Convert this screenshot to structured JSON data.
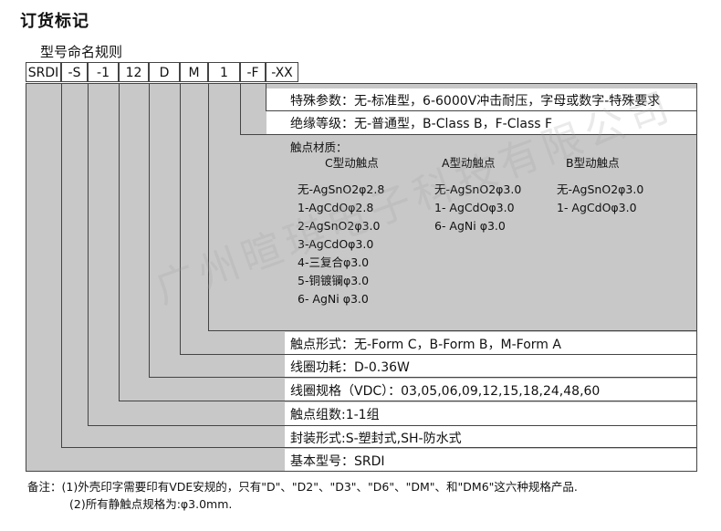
{
  "title": "订货标记",
  "subtitle": "型号命名规则",
  "code_segments": [
    "SRDI",
    "-S",
    "-1",
    "12",
    "D",
    "M",
    "1",
    "-F",
    "-XX"
  ],
  "rows": {
    "special": "特殊参数：无-标准型，6-6000V冲击耐压，字母或数字-特殊要求",
    "insulation": "绝缘等级：无-普通型，B-Class B，F-Class F",
    "material_title": "触点材质：",
    "form": "触点形式：无-Form C，B-Form B，M-Form A",
    "coil_power": "线圈功耗：D-0.36W",
    "coil_spec": "线圈规格（VDC）：03,05,06,09,12,15,18,24,48,60",
    "groups": "触点组数:1-1组",
    "package": "封装形式:S-塑封式,SH-防水式",
    "base": "基本型号：SRDI"
  },
  "material": {
    "c_header": "C型动触点",
    "a_header": "A型动触点",
    "b_header": "B型动触点",
    "c_items": [
      "无-AgSnO2φ2.8",
      "1-AgCdOφ2.8",
      "2-AgSnO2φ3.0",
      "3-AgCdOφ3.0",
      "4-三复合φ3.0",
      "5-铜镀镧φ3.0",
      "6- AgNi φ3.0"
    ],
    "a_items": [
      "无-AgSnO2φ3.0",
      "1- AgCdOφ3.0",
      "6- AgNi φ3.0"
    ],
    "b_items": [
      "无-AgSnO2φ3.0",
      "1- AgCdOφ3.0"
    ]
  },
  "notes": [
    "备注：(1)外壳印字需要印有VDE安规的，只有\"D\"、\"D2\"、\"D3\"、\"D6\"、\"DM\"、和\"DM6\"这六种规格产品.",
    "(2)所有静触点规格为:φ3.0mm."
  ],
  "watermark": "广州暄琪电子科技有限公司"
}
